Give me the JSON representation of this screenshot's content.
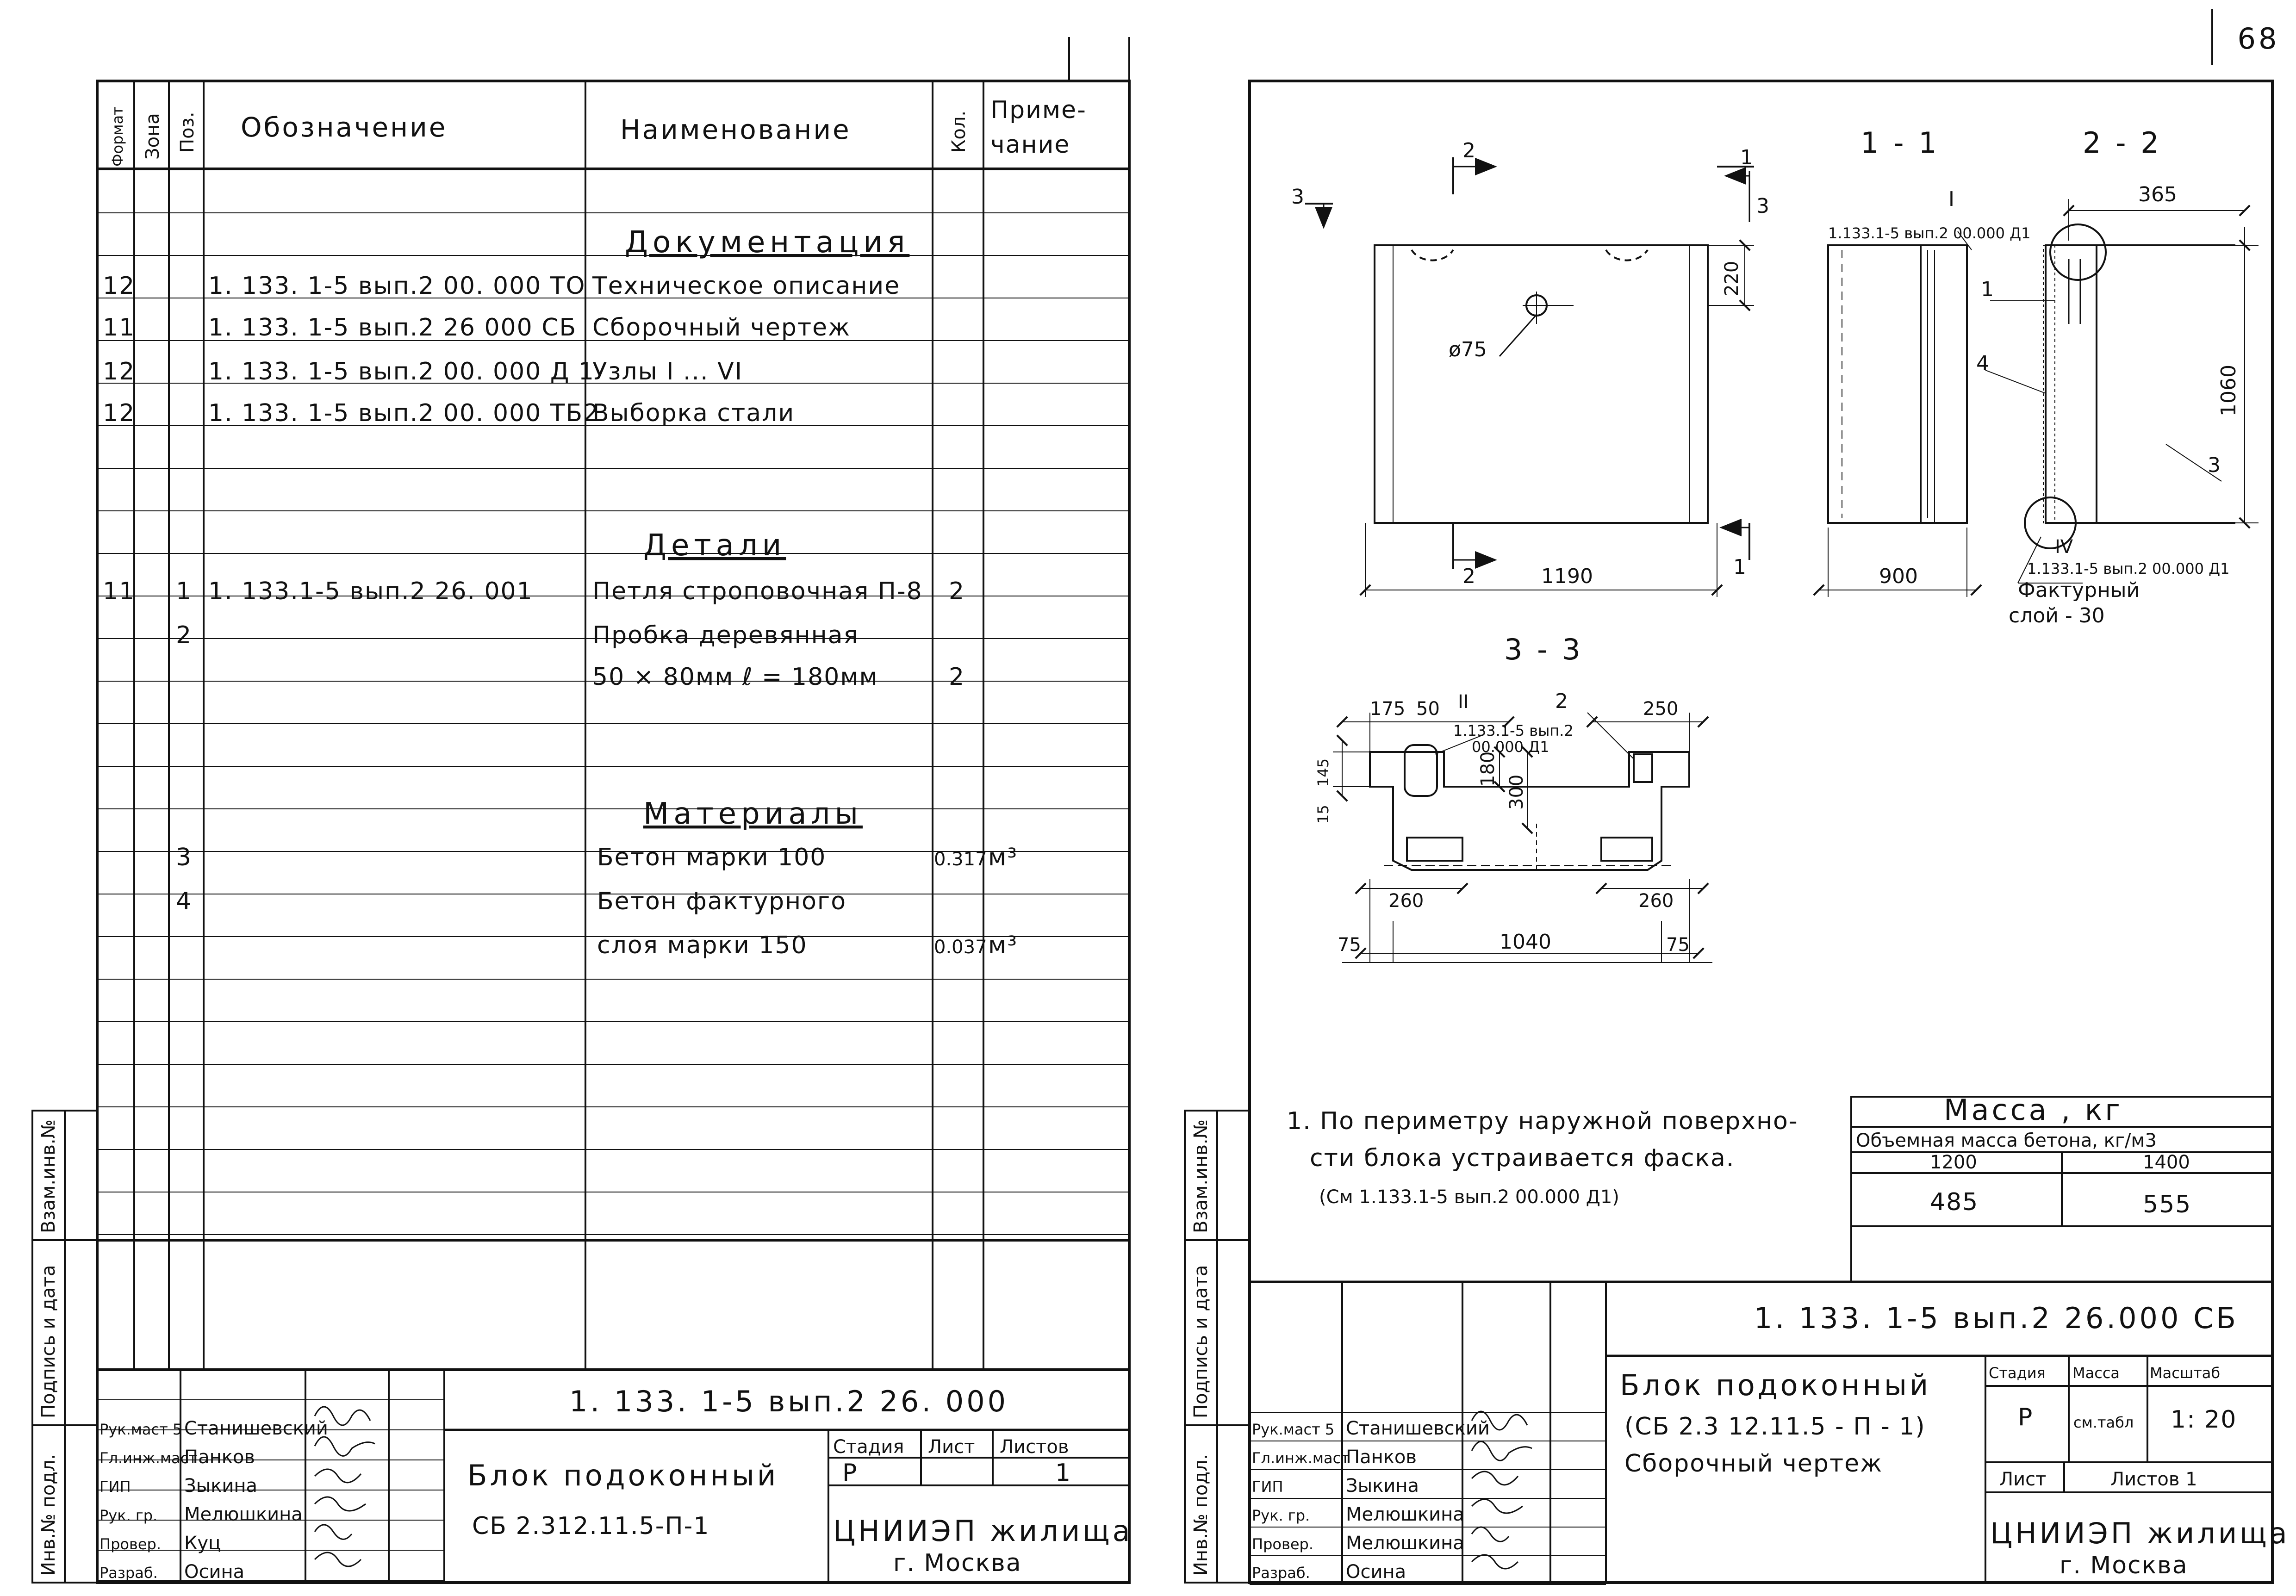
{
  "page_number": "68",
  "spec": {
    "headers": {
      "format": "Формат",
      "zone": "Зона",
      "pos": "Поз.",
      "designation": "Обозначение",
      "name": "Наименование",
      "qty": "Кол.",
      "note_l1": "Приме-",
      "note_l2": "чание"
    },
    "sections": {
      "docs": "Документация",
      "details": "Детали",
      "materials": "Материалы"
    },
    "doc_rows": [
      {
        "format": "12",
        "designation": "1. 133. 1-5 вып.2  00. 000 ТО",
        "name": "Техническое описание"
      },
      {
        "format": "11",
        "designation": "1. 133. 1-5 вып.2  26  000 СБ",
        "name": "Сборочный  чертеж"
      },
      {
        "format": "12",
        "designation": "1. 133. 1-5 вып.2  00. 000 Д 1",
        "name": "Узлы I ... VI"
      },
      {
        "format": "12",
        "designation": "1. 133. 1-5 вып.2  00. 000 ТБ2",
        "name": "Выборка  стали"
      }
    ],
    "detail_rows": [
      {
        "format": "11",
        "pos": "1",
        "designation": "1. 133.1-5 вып.2  26. 001",
        "name": "Петля строповочная П-8",
        "qty": "2"
      },
      {
        "format": "",
        "pos": "2",
        "designation": "",
        "name": "Пробка  деревянная",
        "qty": ""
      },
      {
        "format": "",
        "pos": "",
        "designation": "",
        "name": "50 × 80мм ℓ = 180мм",
        "qty": "2"
      }
    ],
    "material_rows": [
      {
        "pos": "3",
        "name": "Бетон  марки  100",
        "qty": "0.317",
        "note": "м³"
      },
      {
        "pos": "4",
        "name": "Бетон  фактурного",
        "qty": "",
        "note": ""
      },
      {
        "pos": "",
        "name": "слоя  марки  150",
        "qty": "0.037",
        "note": "м³"
      }
    ]
  },
  "side_labels": {
    "inv_sub": "Инв.№ подл.",
    "sign_date": "Подпись и дата",
    "zam_inv": "Взам.инв.№"
  },
  "left_title": {
    "code": "1. 133. 1-5 вып.2  26. 000",
    "name_l1": "Блок  подоконный",
    "name_l2": "СБ 2.312.11.5-П-1",
    "stage_h": "Стадия",
    "sheet_h": "Лист",
    "sheets_h": "Листов",
    "stage_v": "Р",
    "sheet_v": "",
    "sheets_v": "1",
    "org_l1": "ЦНИИЭП жилища",
    "org_l2": "г. Москва",
    "staff": [
      {
        "role": "Рук.маст 5",
        "name": "Станишевский"
      },
      {
        "role": "Гл.инж.маст",
        "name": "Панков"
      },
      {
        "role": "ГИП",
        "name": "Зыкина"
      },
      {
        "role": "Рук. гр.",
        "name": "Мелюшкина"
      },
      {
        "role": "Провер.",
        "name": "Куц"
      },
      {
        "role": "Разраб.",
        "name": "Осина"
      }
    ]
  },
  "right_title": {
    "code": "1. 133. 1-5 вып.2  26.000 СБ",
    "name_l1": "Блок  подоконный",
    "name_l2": "(СБ 2.3 12.11.5 - П - 1)",
    "name_l3": "Сборочный  чертеж",
    "stage_h": "Стадия",
    "mass_h": "Масса",
    "scale_h": "Масштаб",
    "stage_v": "Р",
    "mass_v": "см.табл",
    "scale_v": "1: 20",
    "sheet_h": "Лист",
    "sheets_h": "Листов 1",
    "org_l1": "ЦНИИЭП жилища",
    "org_l2": "г. Москва",
    "staff": [
      {
        "role": "Рук.маст 5",
        "name": "Станишевский"
      },
      {
        "role": "Гл.инж.маст",
        "name": "Панков"
      },
      {
        "role": "ГИП",
        "name": "Зыкина"
      },
      {
        "role": "Рук. гр.",
        "name": "Мелюшкина"
      },
      {
        "role": "Провер.",
        "name": "Мелюшкина"
      },
      {
        "role": "Разраб.",
        "name": "Осина"
      }
    ]
  },
  "mass_table": {
    "title": "Масса ,  кг",
    "subtitle": "Объемная масса бетона, кг/м3",
    "cols": [
      "1200",
      "1400"
    ],
    "vals": [
      "485",
      "555"
    ]
  },
  "note": {
    "l1": "1. По периметру наружной поверхно-",
    "l2": "сти блока устраивается фаска.",
    "l3": "(См  1.133.1-5 вып.2 00.000 Д1)"
  },
  "drawing": {
    "view_main": {
      "dim_width": "1190",
      "dim_220": "220",
      "hole": "ø75",
      "cut2": "2",
      "cut3": "3",
      "cut1": "1"
    },
    "section_11": {
      "title": "1 - 1",
      "dim": "900",
      "node": "I",
      "ref": "1.133.1-5 вып.2 00.000 Д1"
    },
    "section_22": {
      "title": "2 - 2",
      "dim_top": "365",
      "dim_h": "1060",
      "node": "IV",
      "ref": "1.133.1-5 вып.2 00.000 Д1",
      "layer_l1": "Фактурный",
      "layer_l2": "слой - 30",
      "p1": "1",
      "p3": "3",
      "p4": "4"
    },
    "section_33": {
      "title": "3 - 3",
      "d175": "175",
      "d50": "50",
      "node": "II",
      "p2": "2",
      "d250": "250",
      "ref_l1": "1.133.1-5 вып.2",
      "ref_l2": "00.000 Д1",
      "d180": "180",
      "d300": "300",
      "d15": "15",
      "d145": "145",
      "d260a": "260",
      "d260b": "260",
      "d75a": "75",
      "d1040": "1040",
      "d75b": "75"
    }
  }
}
